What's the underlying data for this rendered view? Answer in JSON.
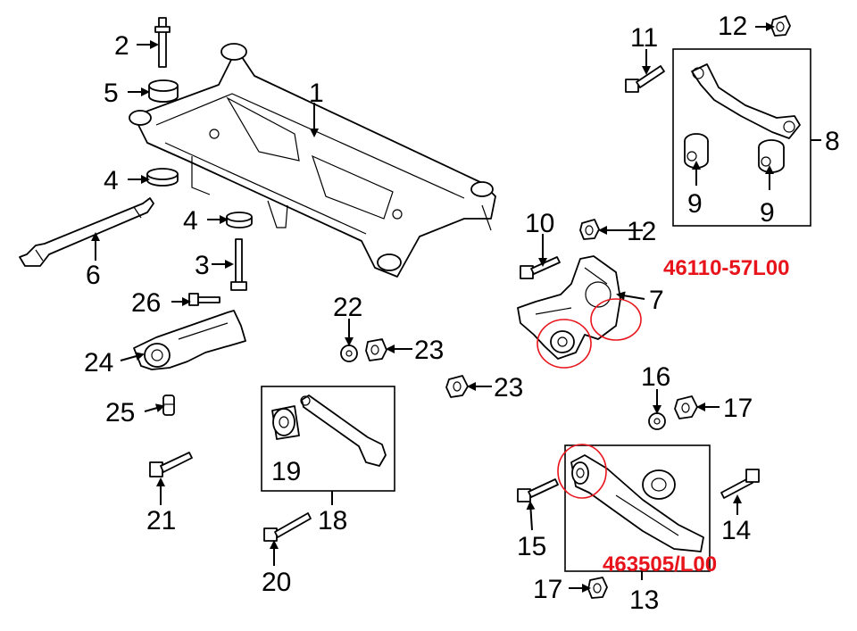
{
  "callouts": [
    {
      "id": "c1",
      "text": "1"
    },
    {
      "id": "c2",
      "text": "2"
    },
    {
      "id": "c3",
      "text": "3"
    },
    {
      "id": "c4a",
      "text": "4"
    },
    {
      "id": "c4b",
      "text": "4"
    },
    {
      "id": "c5",
      "text": "5"
    },
    {
      "id": "c6",
      "text": "6"
    },
    {
      "id": "c7",
      "text": "7"
    },
    {
      "id": "c8",
      "text": "8"
    },
    {
      "id": "c9a",
      "text": "9"
    },
    {
      "id": "c9b",
      "text": "9"
    },
    {
      "id": "c10",
      "text": "10"
    },
    {
      "id": "c11",
      "text": "11"
    },
    {
      "id": "c12a",
      "text": "12"
    },
    {
      "id": "c12b",
      "text": "12"
    },
    {
      "id": "c13",
      "text": "13"
    },
    {
      "id": "c14",
      "text": "14"
    },
    {
      "id": "c15",
      "text": "15"
    },
    {
      "id": "c16",
      "text": "16"
    },
    {
      "id": "c17a",
      "text": "17"
    },
    {
      "id": "c17b",
      "text": "17"
    },
    {
      "id": "c18",
      "text": "18"
    },
    {
      "id": "c19",
      "text": "19"
    },
    {
      "id": "c20",
      "text": "20"
    },
    {
      "id": "c21",
      "text": "21"
    },
    {
      "id": "c22",
      "text": "22"
    },
    {
      "id": "c23a",
      "text": "23"
    },
    {
      "id": "c23b",
      "text": "23"
    },
    {
      "id": "c24",
      "text": "24"
    },
    {
      "id": "c25",
      "text": "25"
    },
    {
      "id": "c26",
      "text": "26"
    }
  ],
  "part_numbers": {
    "knuckle": "46110-57L00",
    "lower_arm": "463505/L00"
  },
  "colors": {
    "annotation": "#e8141b",
    "line": "#000000",
    "background": "#ffffff"
  }
}
